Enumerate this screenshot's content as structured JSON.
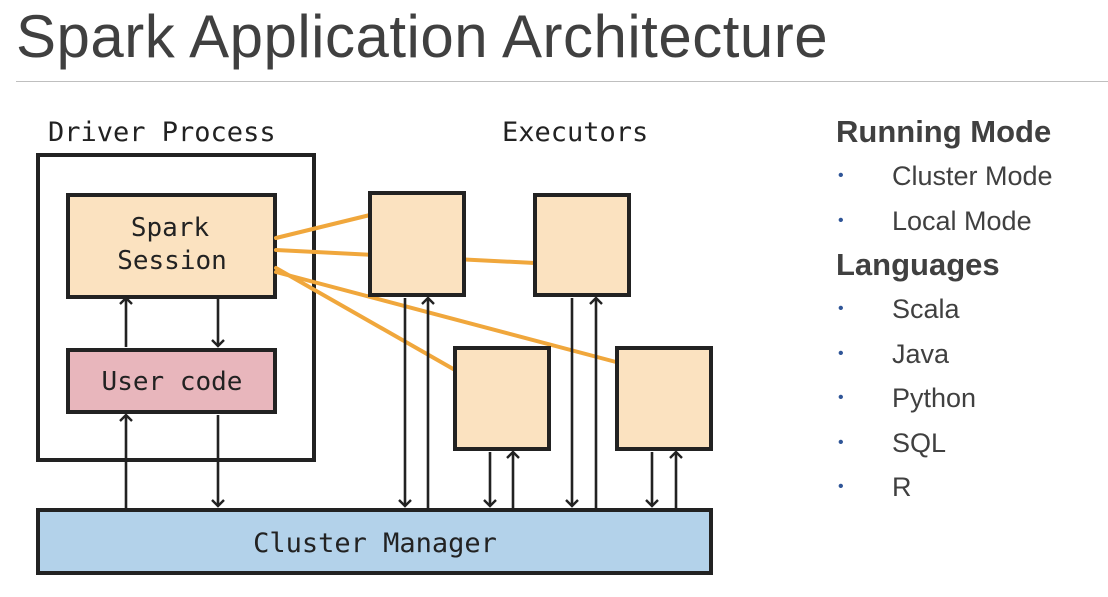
{
  "title": "Spark Application Architecture",
  "diagram": {
    "driver_label": "Driver Process",
    "executors_label": "Executors",
    "spark_session_line1": "Spark",
    "spark_session_line2": "Session",
    "user_code": "User code",
    "cluster_manager": "Cluster Manager",
    "colors": {
      "session_fill": "#fbe2c0",
      "user_code_fill": "#e8b6bc",
      "executor_fill": "#fbe2c0",
      "cluster_fill": "#b3d2ea",
      "link_color": "#f0a73c"
    }
  },
  "running_mode": {
    "heading": "Running Mode",
    "items": [
      "Cluster Mode",
      "Local Mode"
    ]
  },
  "languages": {
    "heading": "Languages",
    "items": [
      "Scala",
      "Java",
      "Python",
      "SQL",
      "R"
    ]
  },
  "bullet_char": "•"
}
